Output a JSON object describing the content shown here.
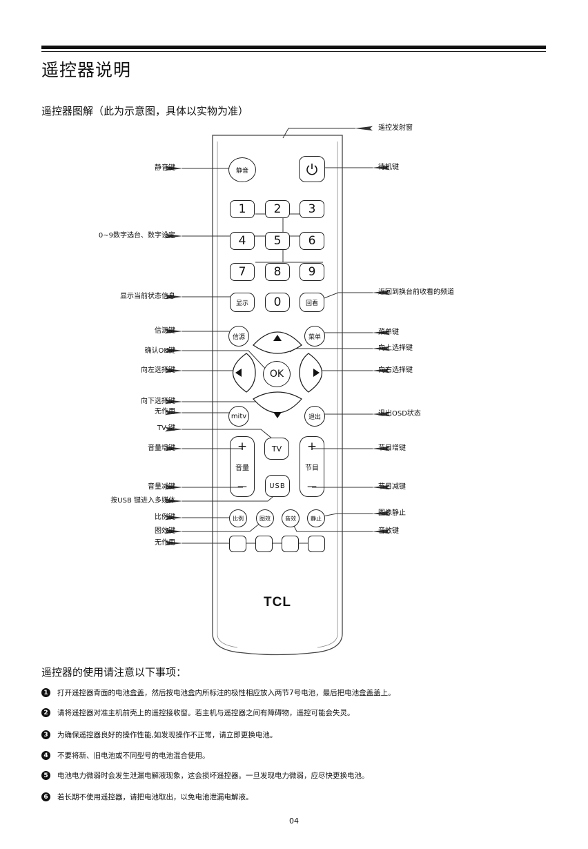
{
  "title": "遥控器说明",
  "subtitle": "遥控器图解（此为示意图，具体以实物为准）",
  "remote": {
    "mute": "静音",
    "power_icon": "power-icon",
    "digits": [
      "1",
      "2",
      "3",
      "4",
      "5",
      "6",
      "7",
      "8",
      "9",
      "0"
    ],
    "display": "显示",
    "recall": "回看",
    "source": "信源",
    "menu": "菜单",
    "ok": "OK",
    "mitv": "mitv",
    "exit": "退出",
    "tv": "TV",
    "vol_label": "音量",
    "ch_label": "节目",
    "plus": "+",
    "minus": "—",
    "usb": "USB",
    "ratio": "比例",
    "picture": "图效",
    "sound": "音效",
    "freeze": "静止",
    "brand": "TCL",
    "arrow_up": "▲",
    "arrow_down": "▼",
    "arrow_left": "◀",
    "arrow_right": "▶"
  },
  "labels_left": {
    "mute": "静音键",
    "digits": "0~9数字选台、数字设定",
    "display": "显示当前状态信息",
    "source": "信源键",
    "ok": "确认OK键",
    "left": "向左选择键",
    "down": "向下选择键",
    "mitv": "无作用",
    "tv": "TV 键",
    "vol_up": "音量增键",
    "vol_down": "音量减键",
    "usb": "按USB 键进入多媒体",
    "ratio": "比例键",
    "picture": "图效键",
    "color": "无作用"
  },
  "labels_right": {
    "ir": "遥控发射窗",
    "power": "待机键",
    "recall": "返回到换台前收看的频道",
    "menu": "菜单键",
    "up": "向上选择键",
    "right": "向右选择键",
    "exit": "退出OSD状态",
    "ch_up": "节目增键",
    "ch_down": "节目减键",
    "freeze": "图像静止",
    "sound": "音效键"
  },
  "notes": {
    "title": "遥控器的使用请注意以下事项：",
    "bullets": [
      "1",
      "2",
      "3",
      "4",
      "5",
      "6"
    ],
    "items": [
      "打开遥控器背面的电池盒盖，然后按电池盒内所标注的极性相应放入两节7号电池，最后把电池盒盖盖上。",
      "请将遥控器对准主机前壳上的遥控接收窗。若主机与遥控器之间有障碍物，遥控可能会失灵。",
      "为确保遥控器良好的操作性能,如发现操作不正常，请立即更换电池。",
      "不要将新、旧电池或不同型号的电池混合使用。",
      "电池电力微弱时会发生泄漏电解液现象，这会损坏遥控器。一旦发现电力微弱，应尽快更换电池。",
      "若长期不使用遥控器，请把电池取出，以免电池泄漏电解液。"
    ]
  },
  "page_number": "04"
}
